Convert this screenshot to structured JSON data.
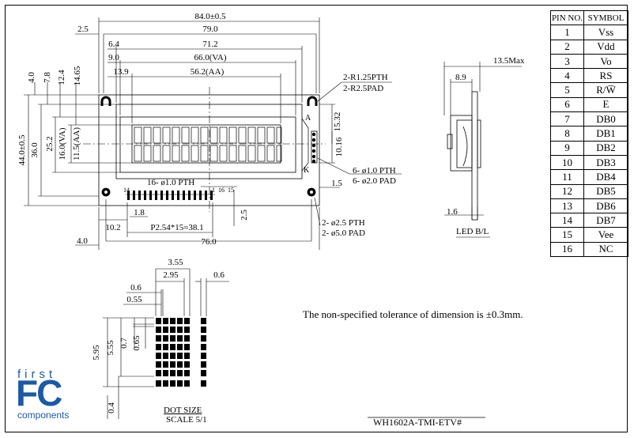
{
  "pin_table": {
    "headers": [
      "PIN NO.",
      "SYMBOL"
    ],
    "rows": [
      [
        "1",
        "Vss"
      ],
      [
        "2",
        "Vdd"
      ],
      [
        "3",
        "Vo"
      ],
      [
        "4",
        "RS"
      ],
      [
        "5",
        "R/W̅"
      ],
      [
        "6",
        "E"
      ],
      [
        "7",
        "DB0"
      ],
      [
        "8",
        "DB1"
      ],
      [
        "9",
        "DB2"
      ],
      [
        "10",
        "DB3"
      ],
      [
        "11",
        "DB4"
      ],
      [
        "12",
        "DB5"
      ],
      [
        "13",
        "DB6"
      ],
      [
        "14",
        "DB7"
      ],
      [
        "15",
        "Vee"
      ],
      [
        "16",
        "NC"
      ]
    ]
  },
  "front_view": {
    "dims_top": [
      "84.0±0.5",
      "79.0",
      "71.2",
      "66.0(VA)",
      "56.2(AA)"
    ],
    "dims_top_small": [
      "2.5",
      "6.4",
      "9.0",
      "13.9"
    ],
    "dims_left": [
      "4.0",
      "7.8",
      "12.4",
      "14.65"
    ],
    "dims_vertical": [
      "44.0±0.5",
      "36.0",
      "25.2",
      "16.0(VA)",
      "11.5(AA)"
    ],
    "dims_right": [
      "15.32",
      "10.16"
    ],
    "dims_bottom": [
      "10.2",
      "P2.54*15=38.1",
      "4.0",
      "76.0",
      "1.8",
      "2.5",
      "1.5"
    ],
    "callouts": [
      "2-R1.25PTH",
      "2-R2.5PAD",
      "16- ø1.0 PTH",
      "6- ø1.0 PTH",
      "6- ø2.0 PAD",
      "2- ø2.5 PTH",
      "2- ø5.0 PAD"
    ],
    "pin_labels": [
      "14",
      "1",
      "16",
      "15"
    ],
    "backlight_labels": [
      "A",
      "K"
    ]
  },
  "side_view": {
    "dims": [
      "13.5Max",
      "8.9",
      "1.6"
    ],
    "label": "LED B/L"
  },
  "dot_view": {
    "dims": [
      "3.55",
      "2.95",
      "0.6",
      "0.6",
      "0.55",
      "5.95",
      "5.55",
      "0.7",
      "0.65",
      "0.4"
    ],
    "title": "DOT SIZE",
    "scale": "SCALE 5/1"
  },
  "note": "The non-specified tolerance of dimension is  ±0.3mm.",
  "model": "WH1602A-TMI-ETV#",
  "logo": {
    "line1": "first",
    "line2": "FC",
    "line3": "components",
    "color": "#1a5aa6"
  }
}
